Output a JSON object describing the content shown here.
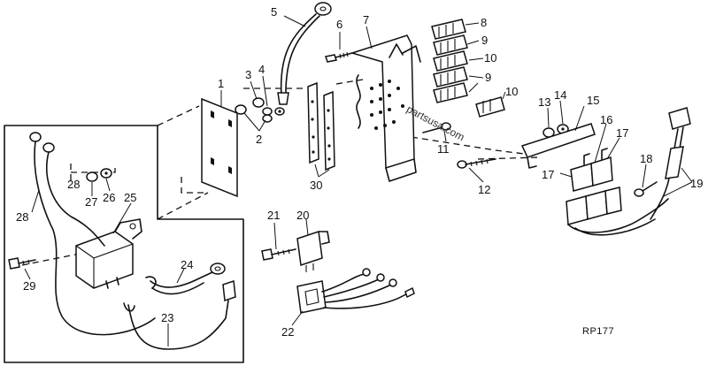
{
  "figure_ref": "RP177",
  "watermark": "partsusa.com",
  "callouts": {
    "c1": "1",
    "c2": "2",
    "c3": "3",
    "c4": "4",
    "c5": "5",
    "c6": "6",
    "c7": "7",
    "c8": "8",
    "c9a": "9",
    "c9b": "9",
    "c10a": "10",
    "c10b": "10",
    "c11": "11",
    "c12": "12",
    "c13": "13",
    "c14": "14",
    "c15": "15",
    "c16": "16",
    "c17a": "17",
    "c17b": "17",
    "c18": "18",
    "c19": "19",
    "c20": "20",
    "c21": "21",
    "c22": "22",
    "c23": "23",
    "c24": "24",
    "c25": "25",
    "c26": "26",
    "c27": "27",
    "c28a": "28",
    "c28b": "28",
    "c29": "29",
    "c30": "30"
  }
}
